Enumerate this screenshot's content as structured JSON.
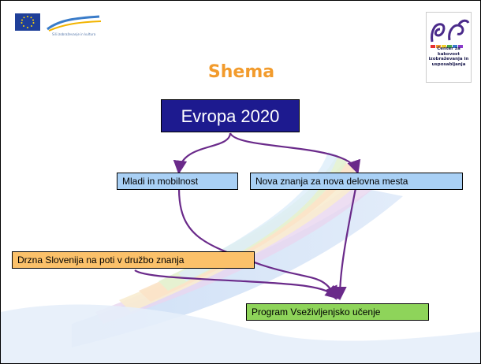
{
  "header": {
    "eu_logo_caption": "Sili izobraževanje in kultura",
    "brand_logo_text": "Center za kakovost izobraževanja in usposabljanja"
  },
  "slide": {
    "title": "Shema"
  },
  "diagram": {
    "nodes": [
      {
        "id": "evropa",
        "label": "Evropa 2020"
      },
      {
        "id": "mladi",
        "label": "Mladi in mobilnost"
      },
      {
        "id": "nova",
        "label": "Nova znanja za nova delovna mesta"
      },
      {
        "id": "drzna",
        "label": "Drzna Slovenija na poti v družbo znanja"
      },
      {
        "id": "program",
        "label": "Program Vseživljenjsko učenje"
      }
    ],
    "edges": [
      {
        "from": "evropa",
        "to": "mladi"
      },
      {
        "from": "evropa",
        "to": "nova"
      },
      {
        "from": "mladi",
        "to": "program"
      },
      {
        "from": "nova",
        "to": "program"
      },
      {
        "from": "drzna",
        "to": "program"
      }
    ],
    "colors": {
      "main": "#1d1a8f",
      "blue": "#a9d0f5",
      "orange": "#fbc16a",
      "green": "#8ed45a",
      "arrow": "#6a2a8a",
      "title": "#f29b2c"
    }
  }
}
